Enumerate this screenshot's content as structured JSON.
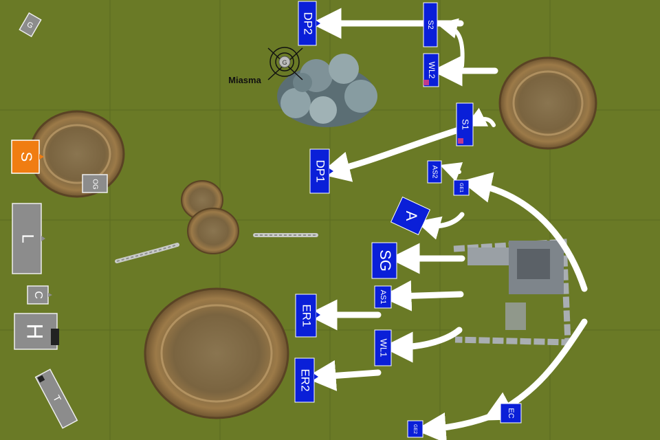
{
  "scene": {
    "colors": {
      "grass": "#6a7a26",
      "grid": "#4f5c1c",
      "blue_unit": "#0a1fd8",
      "gray_unit": "#8c8c8c",
      "orange_unit": "#f07d12",
      "arrow": "#ffffff",
      "hill": "#8a6a3e",
      "ruin": "#8a8f96",
      "forest": "#7a8b93"
    },
    "enemy_units": {
      "s": "S",
      "og": "OG",
      "l": "L",
      "c": "C",
      "h": "H",
      "t": "T",
      "gtop": "G"
    },
    "friendly_units": {
      "dp2": "DP2",
      "s2": "S2",
      "wl2": "WL2",
      "s1": "S1",
      "dp1": "DP1",
      "as2": "AS2",
      "ge1": "GE1",
      "a": "A",
      "sg": "SG",
      "as1": "AS1",
      "er1": "ER1",
      "wl1": "WL1",
      "er2": "ER2",
      "ec": "EC",
      "ge2": "GE2"
    },
    "markers": {
      "miasma_label": "Miasma",
      "miasma_glyph": "G"
    }
  }
}
